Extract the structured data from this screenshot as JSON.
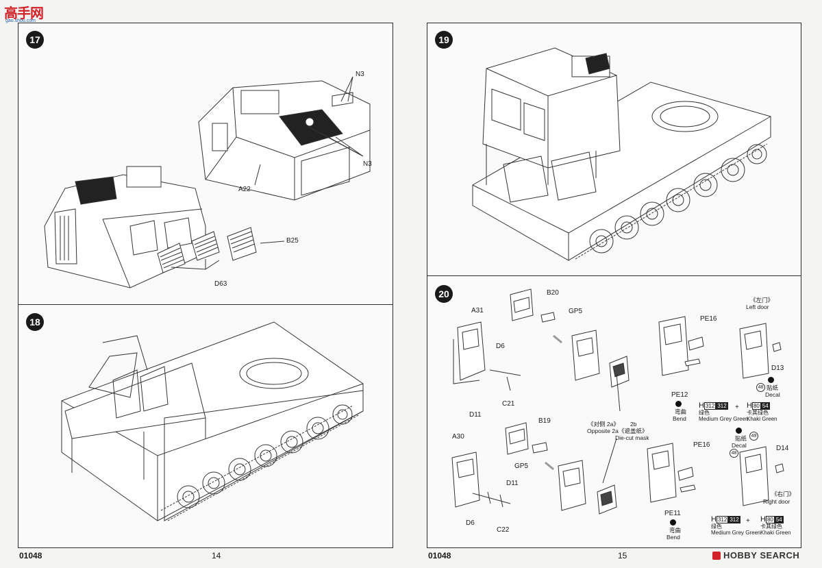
{
  "brand": {
    "name": "高手网",
    "url": "gao.shou.com"
  },
  "watermark": "HOBBY SEARCH",
  "pages": {
    "left": {
      "product_code": "01048",
      "page_number": "14"
    },
    "right": {
      "product_code": "01048",
      "page_number": "15"
    }
  },
  "steps": {
    "s17": {
      "number": "17",
      "labels": {
        "n3_top": "N3",
        "n3_bottom": "N3",
        "a22": "A22",
        "b25": "B25",
        "d63": "D63"
      }
    },
    "s18": {
      "number": "18"
    },
    "s19": {
      "number": "19"
    },
    "s20": {
      "number": "20",
      "labels": {
        "a31": "A31",
        "b20": "B20",
        "gp5_top": "GP5",
        "d6_top": "D6",
        "c21": "C21",
        "d11_top": "D11",
        "pe16_top": "PE16",
        "pe12": "PE12",
        "bend_cn_top": "弯曲",
        "bend_top": "Bend",
        "left_door_cn": "《左门》",
        "left_door": "Left door",
        "d13": "D13",
        "num48_top": "48",
        "decal_cn_top": "贴纸",
        "decal_top": "Decal",
        "opposite_cn": "《对侧 2a》",
        "opposite": "Opposite 2a",
        "die_cut_num": "2b",
        "die_cut_cn": "《遮盖纸》",
        "die_cut": "Die-cut mask",
        "b19": "B19",
        "gp5_bottom": "GP5",
        "a30": "A30",
        "d11_bottom": "D11",
        "d6_bottom": "D6",
        "c22": "C22",
        "pe16_bottom": "PE16",
        "pe11": "PE11",
        "bend_cn_bottom": "弯曲",
        "bend_bottom": "Bend",
        "decal_cn_mid": "贴纸",
        "decal_mid": "Decal",
        "num49": "49",
        "num48_bottom": "48",
        "d14": "D14",
        "right_door_cn": "《右门》",
        "right_door": "Right door"
      },
      "paints": {
        "top": {
          "grey": {
            "prefix": "H",
            "code1": "312",
            "code2": "312",
            "cn": "绿色",
            "en": "Medium Grey Green"
          },
          "plus": "+",
          "khaki": {
            "prefix": "H",
            "code1": "80",
            "code2": "54",
            "cn": "卡其绿色",
            "en": "Khaki Green"
          }
        },
        "bottom": {
          "grey": {
            "prefix": "H",
            "code1": "312",
            "code2": "312",
            "cn": "绿色",
            "en": "Medium Grey Green"
          },
          "plus": "+",
          "khaki": {
            "prefix": "H",
            "code1": "80",
            "code2": "54",
            "cn": "卡其绿色",
            "en": "Khaki Green"
          }
        }
      }
    }
  },
  "colors": {
    "paper": "#f4f4f2",
    "line": "#2a2a2a",
    "brand_red": "#d2232a",
    "brand_blue": "#1f5fa8"
  }
}
